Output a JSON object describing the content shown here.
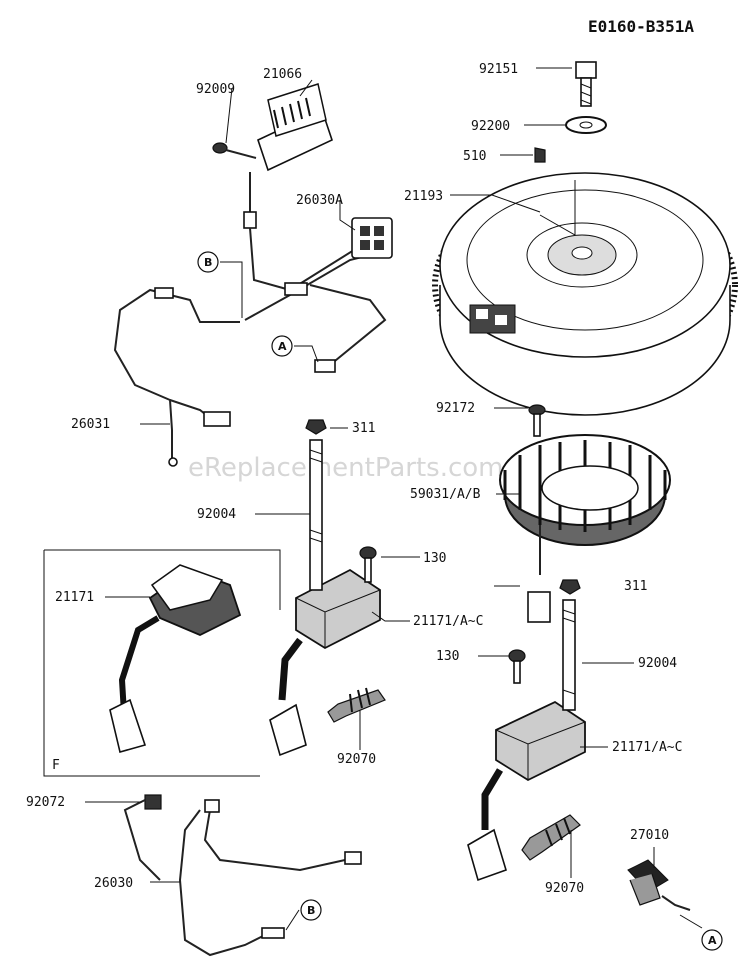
{
  "diagram_code": "E0160-B351A",
  "watermark": "eReplacementParts.com",
  "inset_label": "F",
  "callouts": {
    "p92151": "92151",
    "p92200": "92200",
    "p510": "510",
    "p21193": "21193",
    "p92009": "92009",
    "p21066": "21066",
    "p26030A": "26030A",
    "p26031": "26031",
    "p92172": "92172",
    "p311a": "311",
    "p59031": "59031/A/B",
    "p92004a": "92004",
    "p130a": "130",
    "p21171": "21171",
    "p21171ACa": "21171/A~C",
    "p311b": "311",
    "p130b": "130",
    "p92004b": "92004",
    "p92070a": "92070",
    "p92072": "92072",
    "p21171ACb": "21171/A~C",
    "p26030": "26030",
    "p27010": "27010",
    "p92070b": "92070"
  },
  "connectors": {
    "b_top": "B",
    "a_top": "A",
    "b_bottom": "B",
    "a_bottom": "A"
  }
}
